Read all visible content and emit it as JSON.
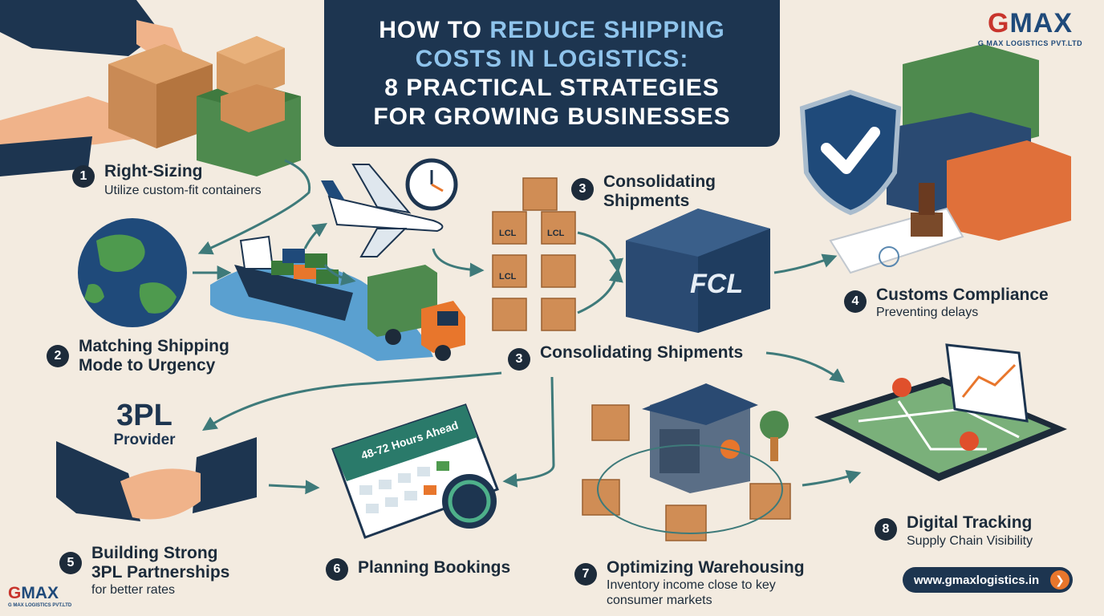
{
  "title": {
    "line1_a": "How to ",
    "line1_b": "Reduce Shipping",
    "line2": "Costs in Logistics:",
    "line3": "8 Practical Strategies",
    "line4": "for Growing Businesses"
  },
  "brand": {
    "logo_g": "G",
    "logo_rest": "MAX",
    "company": "G MAX LOGISTICS PVT.LTD",
    "url": "www.gmaxlogistics.in",
    "colors": {
      "navy": "#1d3550",
      "red": "#c8342c",
      "blue": "#1f4a7a",
      "orange": "#e8762c",
      "background": "#f3ebe0"
    }
  },
  "strategies": [
    {
      "num": "1",
      "title": "Right-Sizing",
      "subtitle": "Utilize custom-fit containers"
    },
    {
      "num": "2",
      "title_l1": "Matching Shipping",
      "title_l2": "Mode to Urgency"
    },
    {
      "num": "3",
      "title_l1": "Consolidating",
      "title_l2": "Shipments"
    },
    {
      "num": "3",
      "title": "Consolidating Shipments"
    },
    {
      "num": "4",
      "title": "Customs Compliance",
      "subtitle": "Preventing delays"
    },
    {
      "num": "5",
      "title_l1": "Building Strong",
      "title_l2": "3PL Partnerships",
      "subtitle": "for better rates"
    },
    {
      "num": "6",
      "title": "Planning Bookings"
    },
    {
      "num": "7",
      "title": "Optimizing Warehousing",
      "subtitle_l1": "Inventory income close to key",
      "subtitle_l2": "consumer markets"
    },
    {
      "num": "8",
      "title": "Digital Tracking",
      "subtitle": "Supply Chain Visibility"
    }
  ],
  "labels": {
    "lcl": "LCL",
    "fcl": "FCL",
    "threepl_big": "3PL",
    "threepl_small": "Provider",
    "calendar": "48-72 Hours Ahead"
  },
  "icons": [
    "boxes-icon",
    "globe-icon",
    "airplane-icon",
    "clock-icon",
    "cargo-ship-icon",
    "truck-icon",
    "container-icon",
    "shield-check-icon",
    "stamp-icon",
    "handshake-icon",
    "calendar-icon",
    "warehouse-icon",
    "tablet-map-icon",
    "arrow-right-icon"
  ]
}
